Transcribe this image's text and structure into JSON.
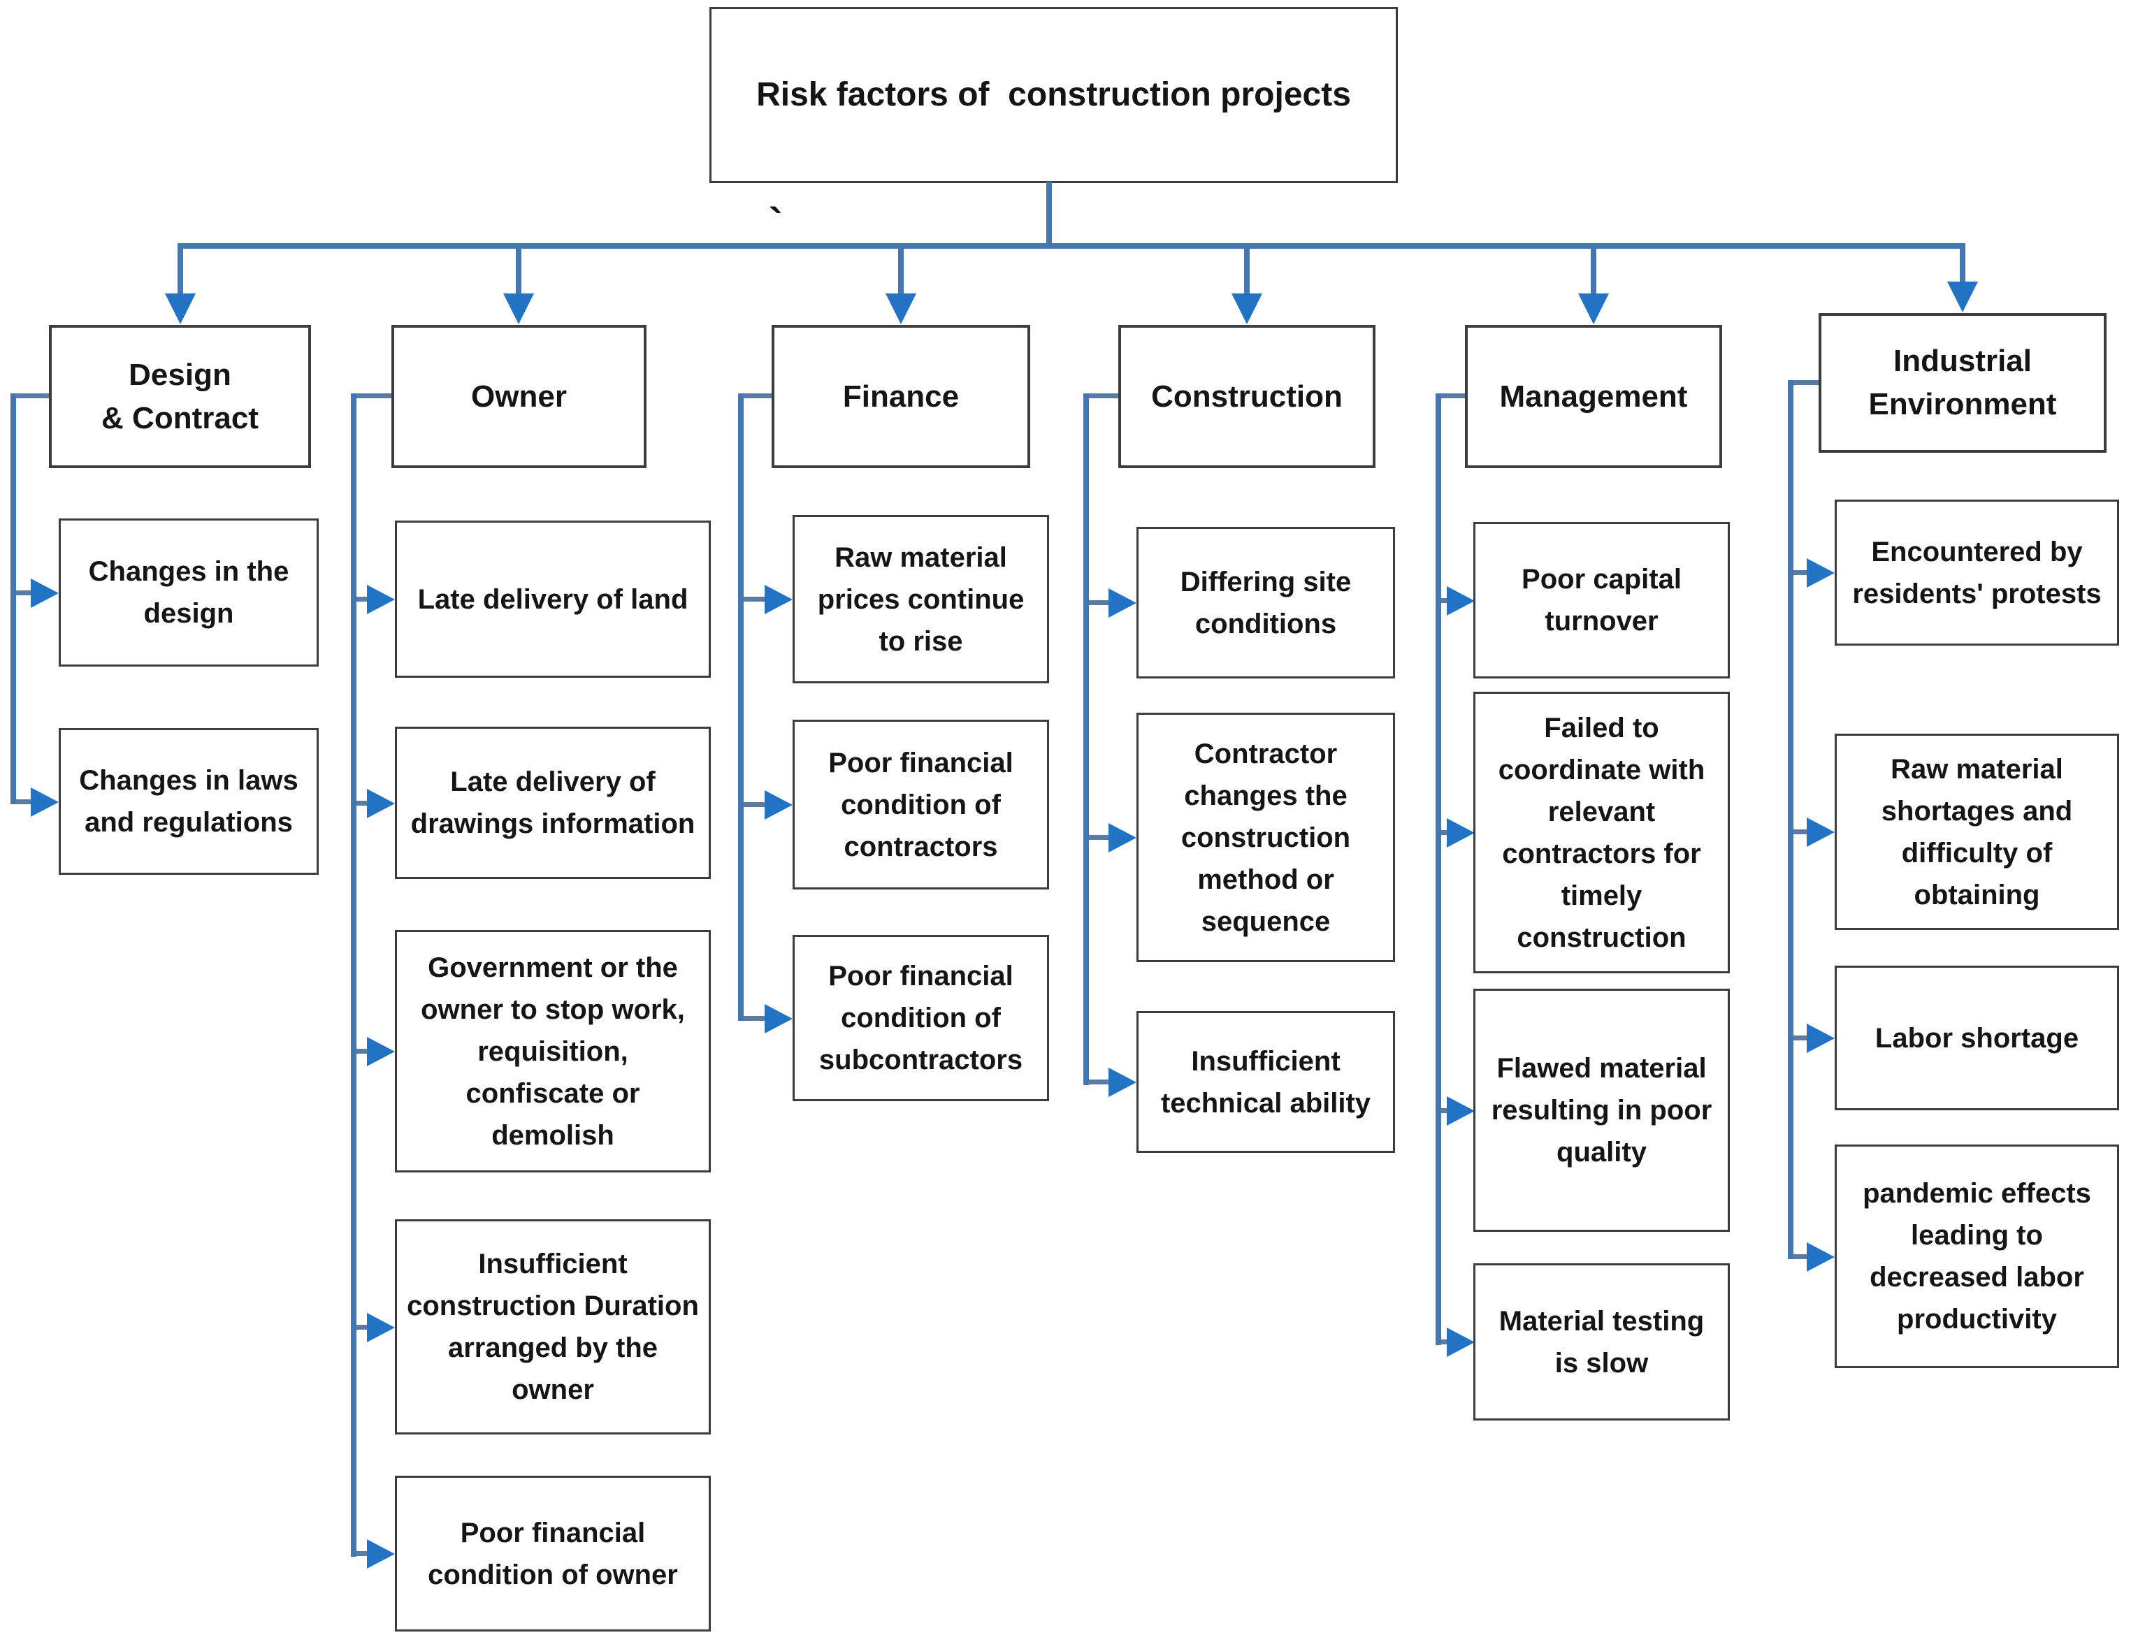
{
  "title": "Risk factors of  construction projects",
  "stray_mark": "`",
  "colors": {
    "connector": "#4476B0",
    "stub": "#5A7BA3",
    "arrow": "#2273C3",
    "border": "#3C3C3C",
    "text": "#151515"
  },
  "columns": [
    {
      "label": "Design\n& Contract",
      "children": [
        "Changes in the design",
        "Changes in laws and regulations"
      ]
    },
    {
      "label": "Owner",
      "children": [
        "Late delivery of land",
        "Late delivery of drawings information",
        "Government or the owner to stop work, requisition, confiscate or demolish",
        "Insufficient construction Duration arranged by the owner",
        "Poor financial condition of owner"
      ]
    },
    {
      "label": "Finance",
      "children": [
        "Raw material prices continue to rise",
        "Poor financial condition of contractors",
        "Poor financial condition of subcontractors"
      ]
    },
    {
      "label": "Construction",
      "children": [
        "Differing site conditions",
        "Contractor changes the construction method or sequence",
        "Insufficient technical ability"
      ]
    },
    {
      "label": "Management",
      "children": [
        "Poor capital turnover",
        "Failed to coordinate with relevant contractors for timely construction",
        "Flawed material resulting in poor quality",
        "Material testing is slow"
      ]
    },
    {
      "label": "Industrial\nEnvironment",
      "children": [
        "Encountered by residents' protests",
        "Raw material shortages and difficulty of obtaining",
        "Labor shortage",
        "pandemic effects leading to decreased labor productivity"
      ]
    }
  ]
}
